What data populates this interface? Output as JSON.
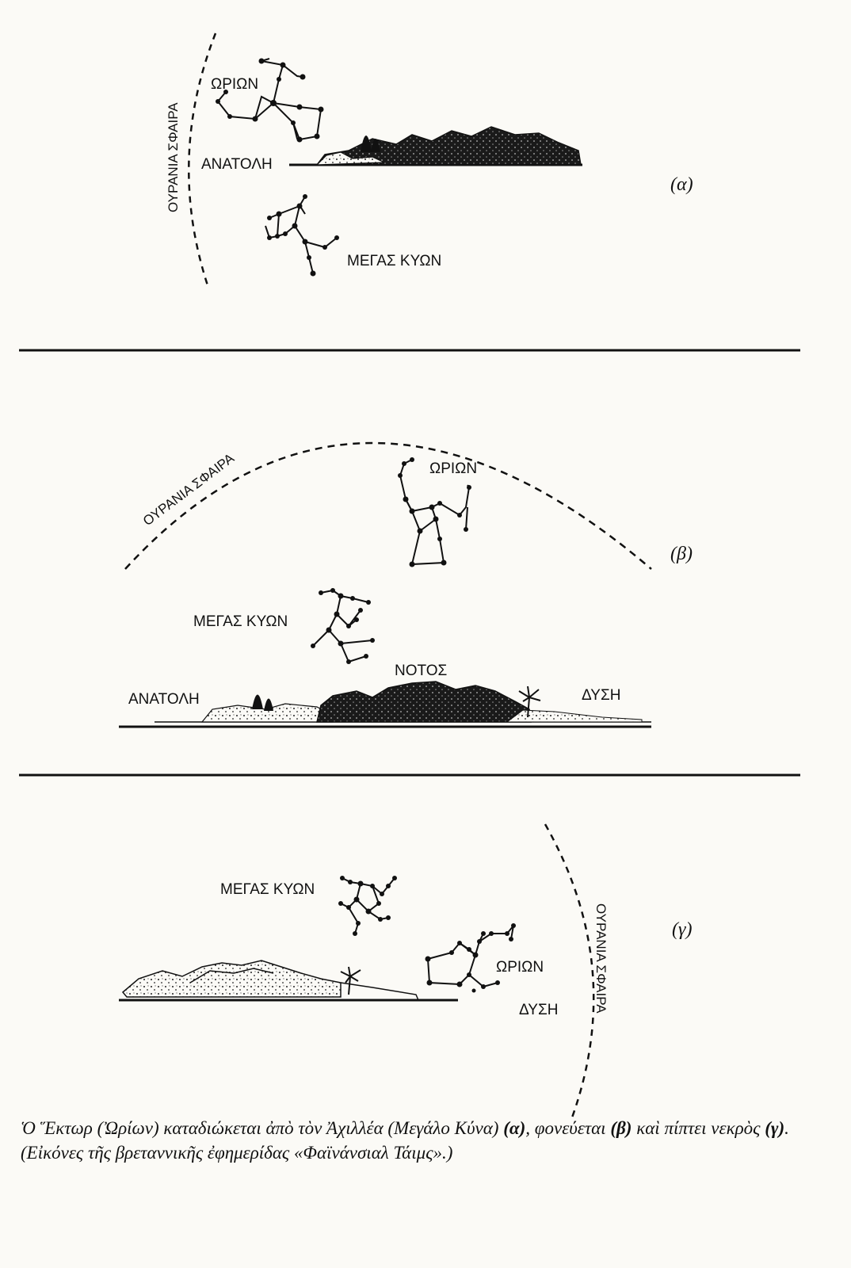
{
  "panels": [
    {
      "id": "a",
      "panel_label": "(α)",
      "celestial_sphere_label": "ΟΥΡΑΝΙΑ ΣΦΑΙΡΑ",
      "orion_label": "ΩΡΙΩΝ",
      "canis_major_label": "ΜΕΓΑΣ ΚΥΩΝ",
      "east_label": "ΑΝΑΤΟΛΗ"
    },
    {
      "id": "b",
      "panel_label": "(β)",
      "celestial_sphere_label": "ΟΥΡΑΝΙΑ ΣΦΑΙΡΑ",
      "orion_label": "ΩΡΙΩΝ",
      "canis_major_label": "ΜΕΓΑΣ ΚΥΩΝ",
      "east_label": "ΑΝΑΤΟΛΗ",
      "south_label": "ΝΟΤΟΣ",
      "west_label": "ΔΥΣΗ"
    },
    {
      "id": "c",
      "panel_label": "(γ)",
      "celestial_sphere_label": "ΟΥΡΑΝΙΑ ΣΦΑΙΡΑ",
      "orion_label": "ΩΡΙΩΝ",
      "canis_major_label": "ΜΕΓΑΣ ΚΥΩΝ",
      "west_label": "ΔΥΣΗ"
    }
  ],
  "caption": {
    "part1": "Ὁ Ἕκτωρ (Ὠρίων) καταδιώκεται ἀπὸ τὸν Ἀχιλλέα (Μεγάλο Κύνα) ",
    "mark_a": "(α)",
    "part2": ", φονεύεται ",
    "mark_b": "(β)",
    "part3": " καὶ πίπτει νεκρὸς ",
    "mark_c": "(γ)",
    "part4": ". (Εἰκόνες τῆς βρεταννικῆς ἐφημερίδας «Φαϊνάνσιαλ Τάιμς».)"
  },
  "colors": {
    "ink": "#111111",
    "paper": "#fbfaf6"
  }
}
